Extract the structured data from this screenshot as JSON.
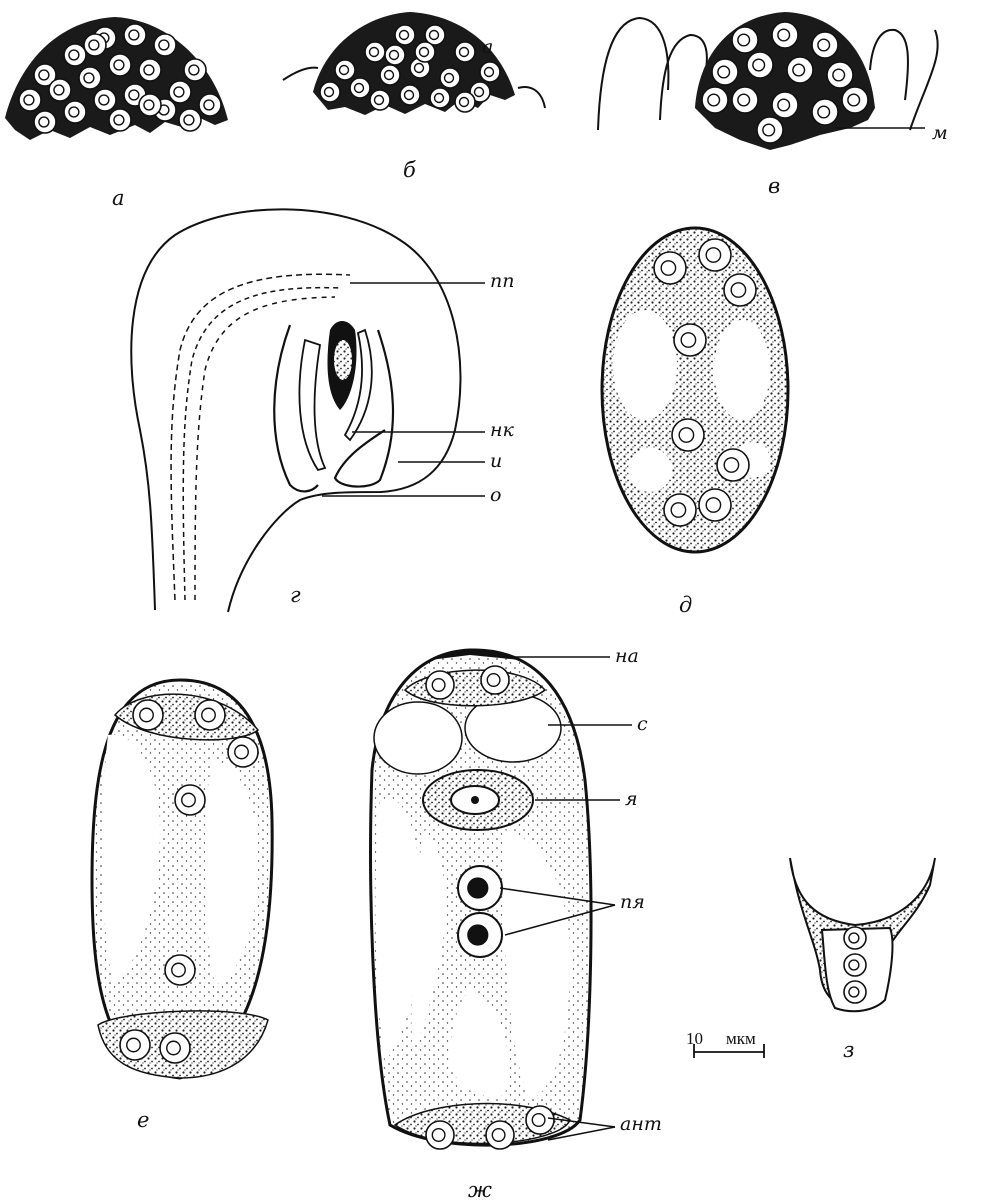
{
  "panels": {
    "a": "а",
    "b": "б",
    "v": "в",
    "g": "г",
    "d": "д",
    "e": "е",
    "zh": "ж",
    "z": "з"
  },
  "labels": {
    "archespore": "а",
    "megaspore": "м",
    "pp": "пп",
    "nk": "нк",
    "i": "и",
    "o": "о",
    "na": "на",
    "s": "с",
    "ya": "я",
    "pya": "пя",
    "ant": "ант"
  },
  "scale_bar": {
    "value": "10",
    "unit": "мкм"
  }
}
